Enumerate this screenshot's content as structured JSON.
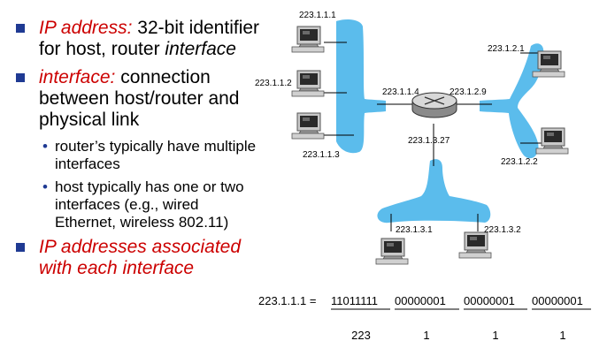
{
  "bullets": {
    "b1_term": "IP address:",
    "b1_rest_a": " 32-bit identifier for host, router ",
    "b1_rest_b": "interface",
    "b2_term": "interface:",
    "b2_rest": " connection between host/router and physical link",
    "sub1": "router’s typically have multiple interfaces",
    "sub2": "host typically has one or two interfaces (e.g., wired Ethernet, wireless 802.11)",
    "b3": "IP addresses associated with each interface"
  },
  "diagram": {
    "hosts": {
      "h1": "223.1.1.1",
      "h2": "223.1.1.2",
      "h3": "223.1.1.3",
      "h4": "223.1.2.1",
      "h5": "223.1.2.2",
      "h6": "223.1.3.1",
      "h7": "223.1.3.2"
    },
    "router_ifaces": {
      "left": "223.1.1.4",
      "right": "223.1.2.9",
      "bottom": "223.1.3.27"
    }
  },
  "binary": {
    "lhs": "223.1.1.1 =",
    "octets": [
      "11011111",
      "00000001",
      "00000001",
      "00000001"
    ],
    "decimals": [
      "223",
      "1",
      "1",
      "1"
    ]
  },
  "colors": {
    "subnet": "#5bbcec",
    "bullet": "#1f3a93",
    "emphasis": "#cc0000"
  }
}
